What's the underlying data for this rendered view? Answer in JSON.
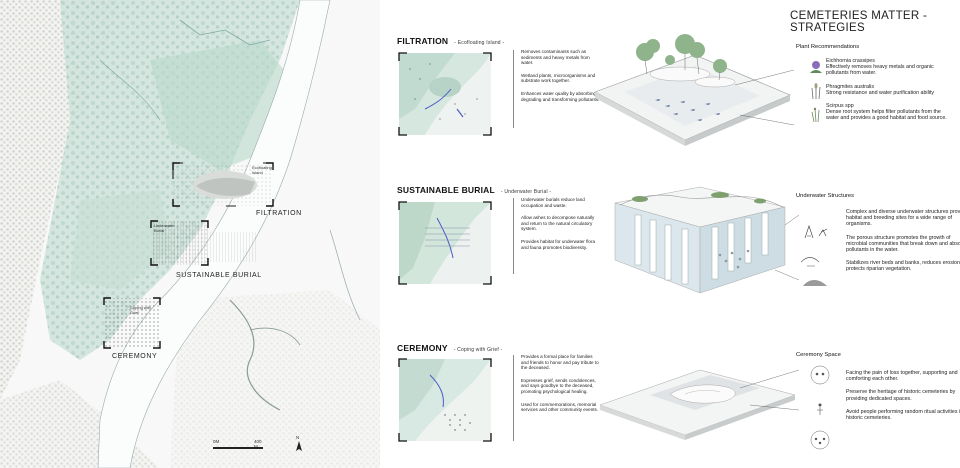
{
  "title": "CEMETERIES MATTER - STRATEGIES",
  "map": {
    "labels": {
      "filtration": "FILTRATION",
      "burial": "SUSTAINABLE BURIAL",
      "ceremony": "CEREMONY"
    },
    "box_labels": {
      "filtration": "Ecofloating Island",
      "burial": "Underwater Burial",
      "ceremony": "Coping with Grief"
    },
    "scale": {
      "start": "0M",
      "end": "400 M"
    },
    "north": "N"
  },
  "sections": [
    {
      "title": "FILTRATION",
      "subtitle": "- Ecofloating Island -",
      "bullets": [
        "Removes contaminants such as sediments and heavy metals from water.",
        "Wetland plants, microorganisms and substrate work together.",
        "Enhances water quality by absorbing, degrading and transforming pollutants."
      ]
    },
    {
      "title": "SUSTAINABLE BURIAL",
      "subtitle": "- Underwater Burial -",
      "bullets": [
        "Underwater burials reduce land occupation and waste.",
        "Allow ashes to decompose naturally and return to the natural circulatory system.",
        "Provides habitat for underwater flora and fauna promotes biodiversity."
      ]
    },
    {
      "title": "CEREMONY",
      "subtitle": "- Coping with Grief -",
      "bullets": [
        "Provides a formal place for families and friends to honor and pay tribute to the deceased.",
        "Expresses grief, sends condolences, and says goodbye to the deceased, promoting psychological healing.",
        "Used for commemorations, memorial services and other community events."
      ]
    }
  ],
  "right": {
    "plants": {
      "heading": "Plant Recommendations",
      "items": [
        {
          "name": "Eichhornia crassipes",
          "desc": "Effectively removes heavy metals and organic pollutants from water."
        },
        {
          "name": "Phragmites australis",
          "desc": "Strong resistance and water purification ability"
        },
        {
          "name": "Scirpus spp",
          "desc": "Dense root system helps filter pollutants from the water and provides a good habitat and food source."
        }
      ]
    },
    "structures": {
      "heading": "Underwater Structures",
      "items": [
        "Complex and diverse underwater structures provide habitat and breeding sites for a wide range of organisms.",
        "The porous structure promotes the growth of microbial communities that break down and absorb pollutants in the water.",
        "Stabilizes river beds and banks, reduces erosion and protects riparian vegetation."
      ]
    },
    "ceremony": {
      "heading": "Ceremony Space",
      "items": [
        "Facing the pain of loss together, supporting and comforting each other.",
        "Preserve the heritage of historic cemeteries by providing dedicated spaces.",
        "Avoid people performing random ritual activities in historic cemeteries."
      ]
    }
  }
}
